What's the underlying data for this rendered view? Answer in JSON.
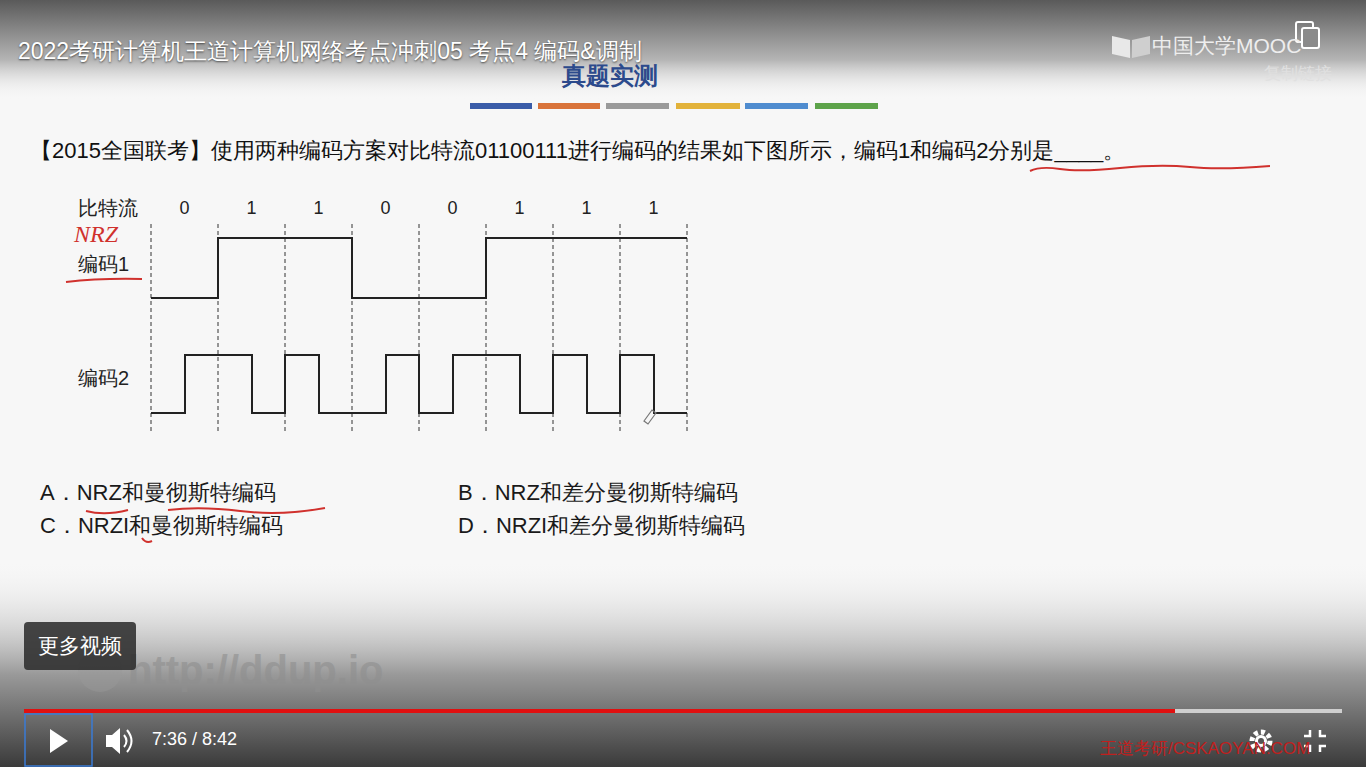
{
  "diagram": {
    "title": "真题实测",
    "nodes": [
      {
        "text": [
          "更多视频"
        ]
      }
    ],
    "labels": [
      "2022考研计算机王道计算机网络考点冲刺05 考点4 编码&调制",
      "中国大学MOOC",
      "复制链接",
      "【2015全国联考】使用两种编码方案对比特流01100111进行编码的结果如下图所示，编码1和编码2分别是____。",
      "比特流",
      "0",
      "1",
      "1",
      "0",
      "0",
      "1",
      "1",
      "1",
      "NRZ",
      "编码1",
      "编码2",
      "A．NRZ和曼彻斯特编码",
      "B．NRZ和差分曼彻斯特编码",
      "C．NRZI和曼彻斯特编码",
      "D．NRZI和差分曼彻斯特编码",
      "http://ddup.io",
      "7:36 / 8:42",
      "王道考研/CSKAOYAN.COM"
    ]
  }
}
